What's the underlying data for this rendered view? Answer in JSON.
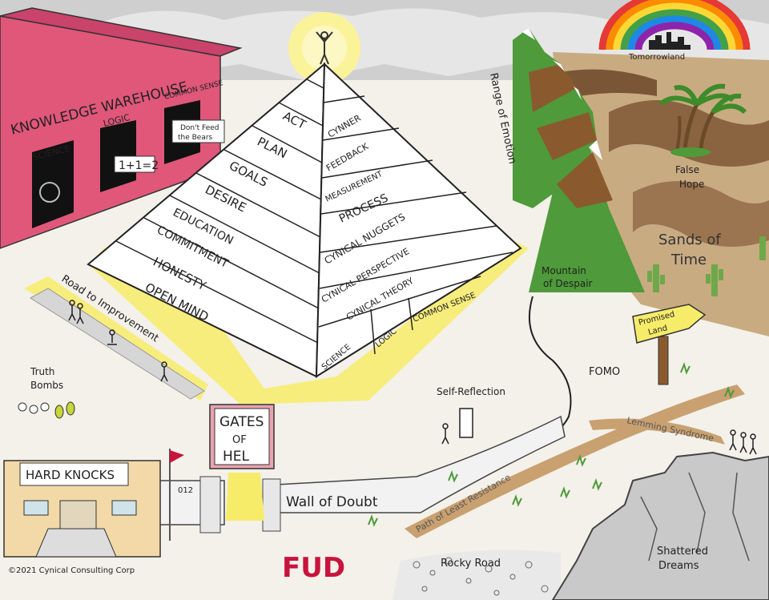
{
  "pyramid": {
    "left_steps": [
      "ACT",
      "PLAN",
      "GOALS",
      "DESIRE",
      "EDUCATION",
      "COMMITMENT",
      "HONESTY",
      "OPEN MIND"
    ],
    "right_steps": [
      "CYNNER",
      "FEEDBACK",
      "MEASUREMENT",
      "PROCESS",
      "CYNICAL NUGGETS",
      "CYNICAL PERSPECTIVE",
      "CYNICAL THEORY"
    ],
    "base_blocks": [
      "SCIENCE",
      "LOGIC",
      "COMMON SENSE"
    ]
  },
  "warehouse": {
    "title": "KNOWLEDGE WAREHOUSE",
    "doors": [
      "SCIENCE",
      "LOGIC",
      "COMMON SENSE"
    ],
    "sign_math": "1+1=2",
    "sign_bears_line1": "Don't Feed",
    "sign_bears_line2": "the Bears"
  },
  "labels": {
    "road_to_improvement": "Road to Improvement",
    "truth_bombs_line1": "Truth",
    "truth_bombs_line2": "Bombs",
    "hard_knocks": "HARD KNOCKS",
    "gates_line1": "GATES",
    "gates_line2": "OF",
    "gates_line3": "HEL",
    "wall_of_doubt": "Wall of Doubt",
    "fud": "FUD",
    "rocky_road": "Rocky Road",
    "path_least_resistance": "Path of Least Resistance",
    "lemming_syndrome": "Lemming Syndrome",
    "self_reflection": "Self-Reflection",
    "fomo": "FOMO",
    "mountain_line1": "Mountain",
    "mountain_line2": "of Despair",
    "range_of_emotion": "Range of Emotion",
    "tomorrowland": "Tomorrowland",
    "false_hope_line1": "False",
    "false_hope_line2": "Hope",
    "sands_line1": "Sands of",
    "sands_line2": "Time",
    "promised_land_line1": "Promised",
    "promised_land_line2": "Land",
    "shattered_line1": "Shattered",
    "shattered_line2": "Dreams",
    "copyright": "©2021 Cynical Consulting Corp",
    "wall_number": "012"
  },
  "colors": {
    "warehouse": "#e0577a",
    "glow": "#f7ec6a",
    "mountain_green": "#4f9a3a",
    "mountain_brown": "#8a5a2e",
    "sand": "#c8a77a",
    "fud": "#c8143c"
  }
}
